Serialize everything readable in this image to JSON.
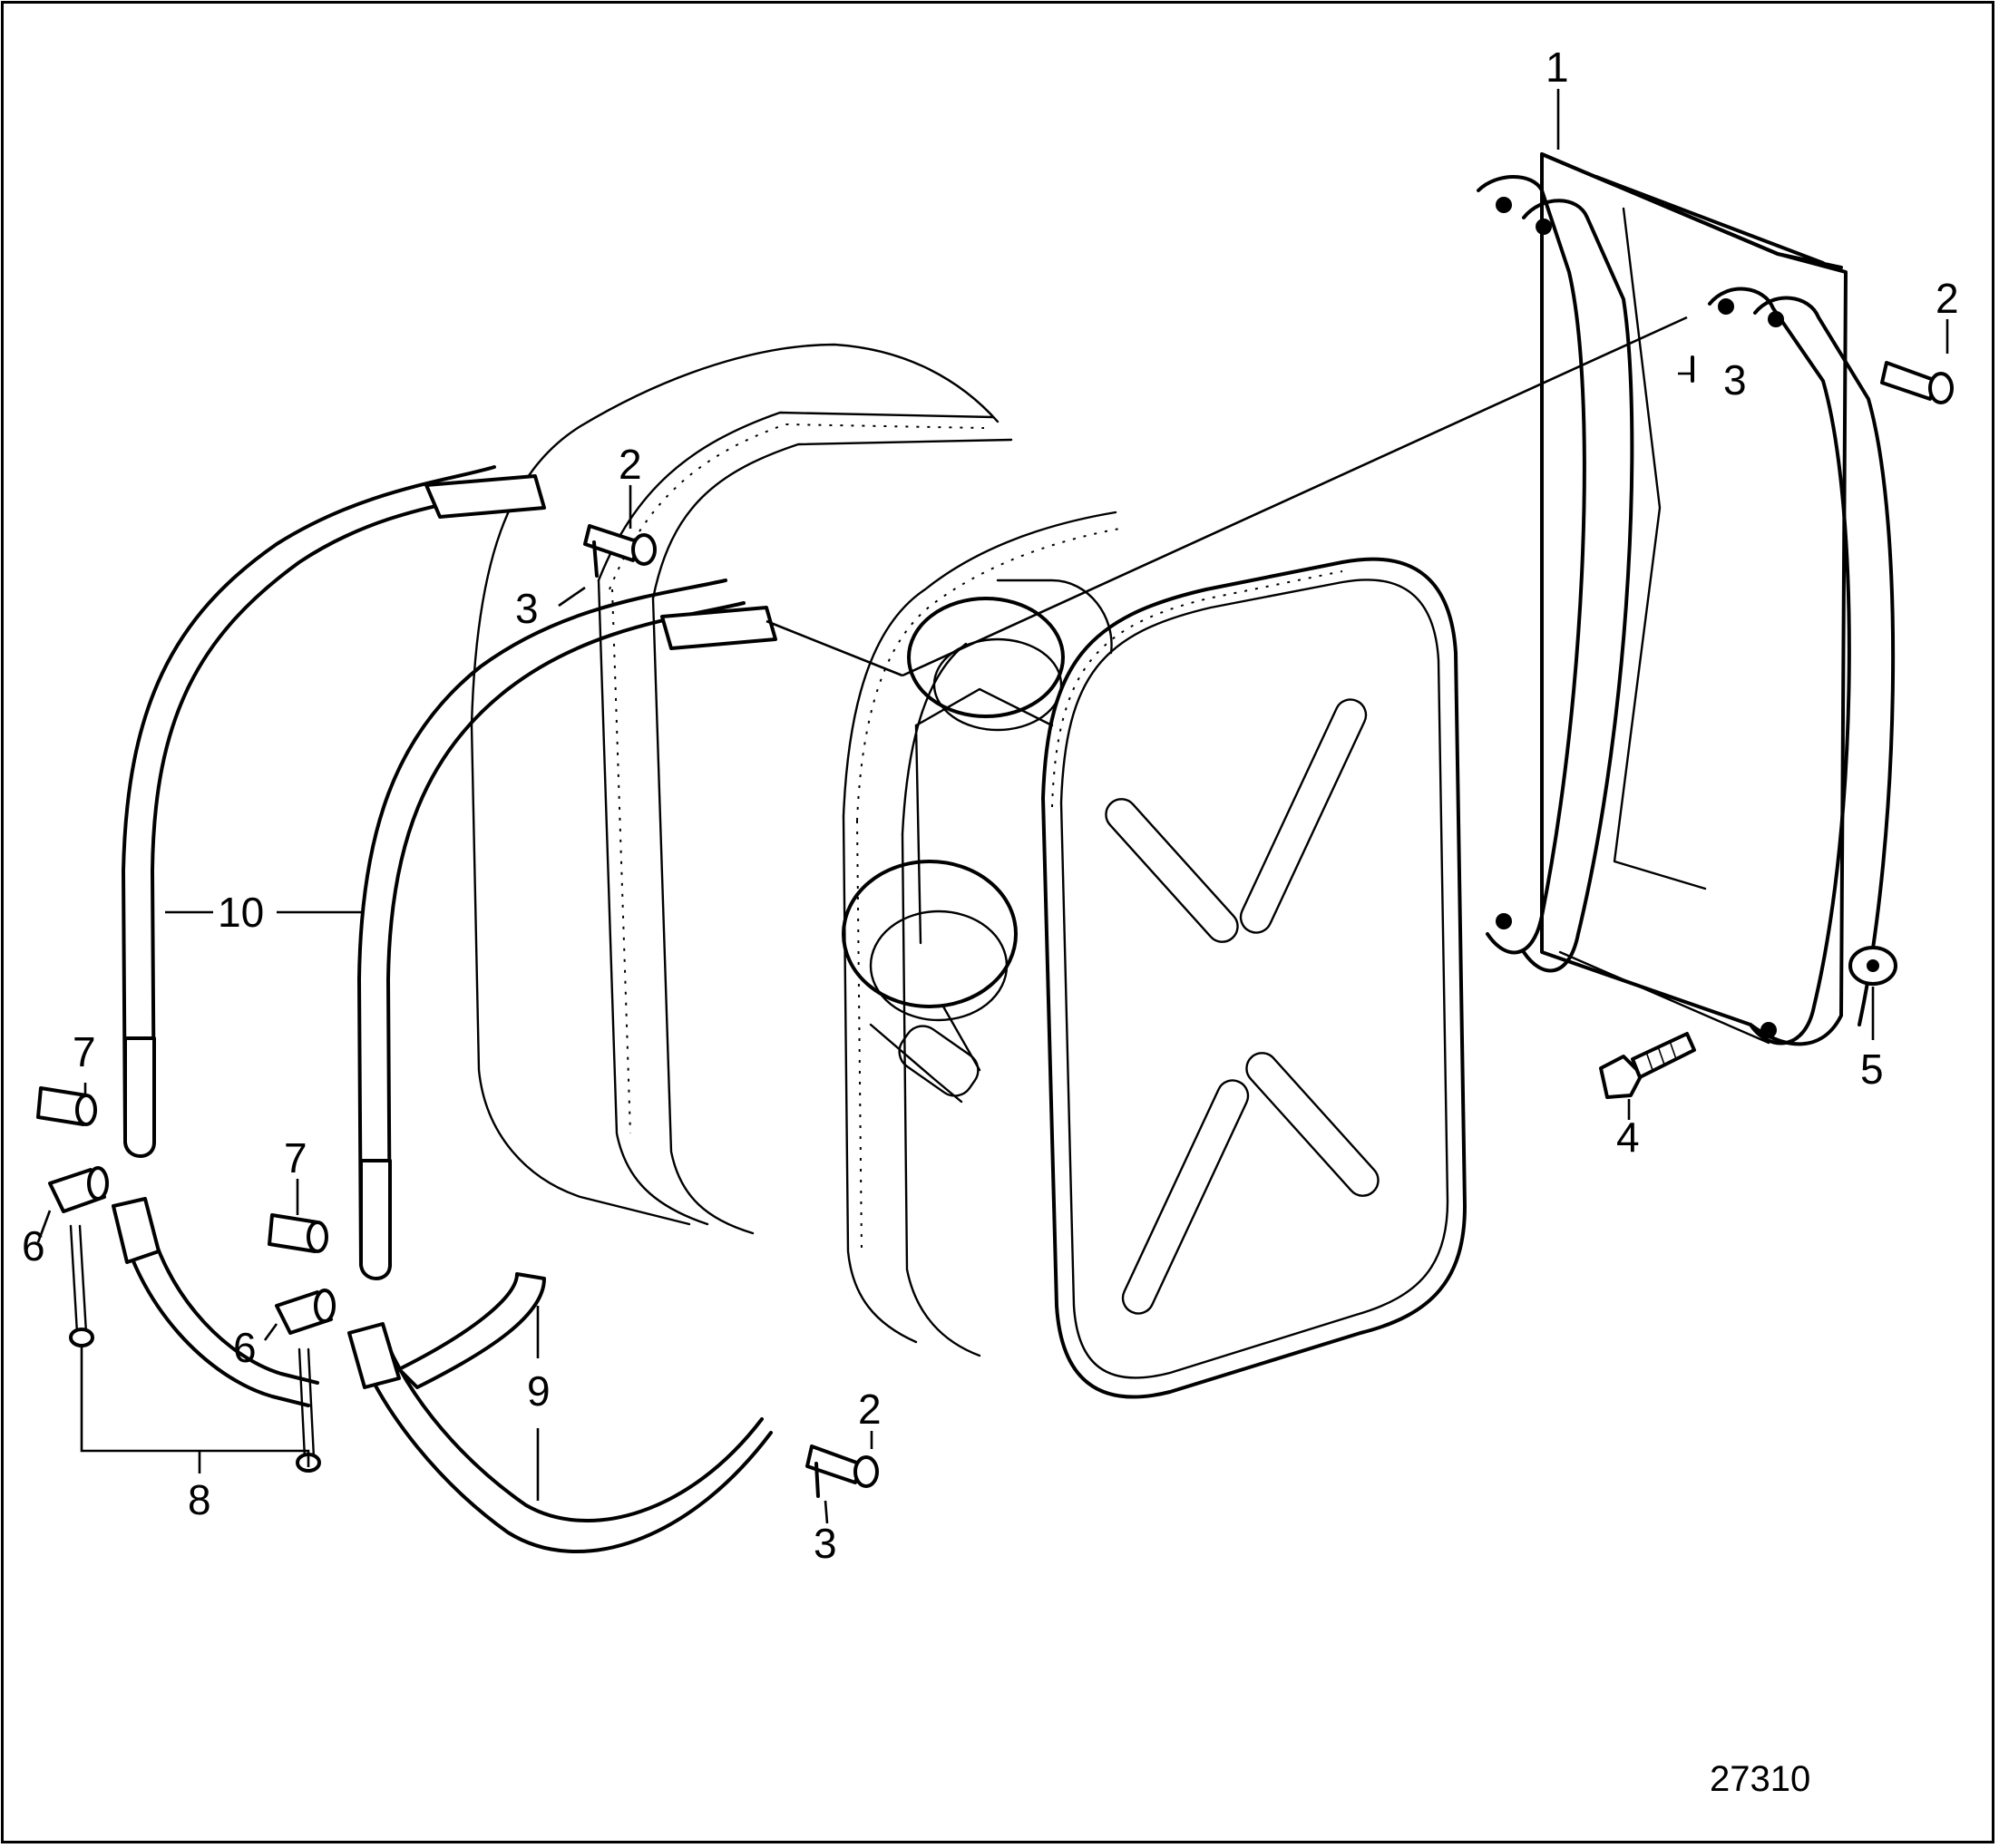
{
  "figure": {
    "document_number": "27310",
    "callouts": {
      "c1": "1",
      "c2a": "2",
      "c2b": "2",
      "c2c": "2",
      "c3a": "3",
      "c3b": "3",
      "c3c": "3",
      "c4": "4",
      "c5": "5",
      "c6a": "6",
      "c6b": "6",
      "c7a": "7",
      "c7b": "7",
      "c8": "8",
      "c9": "9",
      "c10": "10"
    }
  }
}
